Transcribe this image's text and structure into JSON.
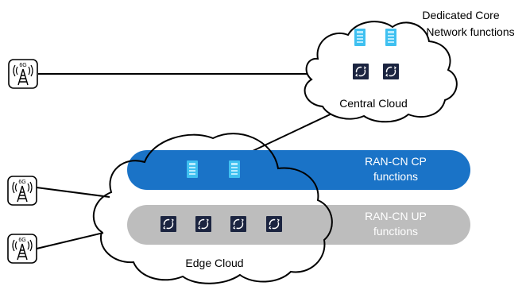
{
  "diagram": {
    "core_caption_line1": "Dedicated Core",
    "core_caption_line2": "Network functions",
    "central_cloud_label": "Central Cloud",
    "edge_cloud_label": "Edge Cloud",
    "cp_band_line1": "RAN-CN CP",
    "cp_band_line2": "functions",
    "up_band_line1": "RAN-CN UP",
    "up_band_line2": "functions",
    "antenna_badge": "6G"
  },
  "colors": {
    "cp_band": "#1a73c7",
    "up_band": "#bdbdbd",
    "cp_icon": "#3fc0f0",
    "up_icon_bg": "#1b2440",
    "outline": "#000000"
  }
}
